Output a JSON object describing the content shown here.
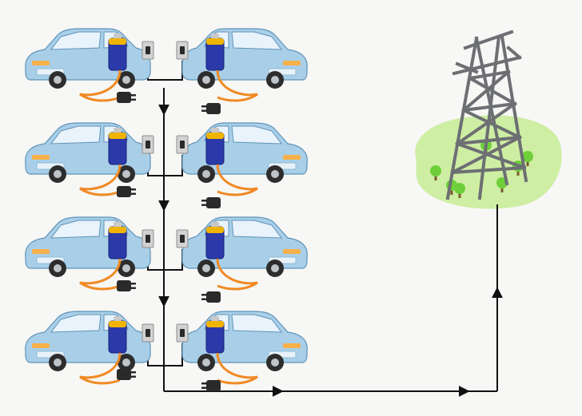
{
  "diagram": {
    "colors": {
      "background": "#f7f7f5",
      "car_body": "#a9cfe8",
      "car_shadow": "#7fb1d4",
      "battery": "#2b3aa8",
      "battery_cap": "#f0b400",
      "cable": "#f08a24",
      "plug": "#2a2a2a",
      "socket_plate": "#d2d2d2",
      "line": "#111111",
      "tower": "#6d6f73",
      "grass": "#c9ec9a",
      "tree": "#6fcf3a"
    },
    "icons": {
      "car": "electric-car-icon",
      "battery": "battery-icon",
      "plug": "plug-icon",
      "socket": "wall-socket-icon",
      "tower": "power-tower-icon",
      "tree": "tree-icon"
    },
    "rows": [
      {
        "row": 1,
        "cars": 2,
        "sockets": 2
      },
      {
        "row": 2,
        "cars": 2,
        "sockets": 2
      },
      {
        "row": 3,
        "cars": 2,
        "sockets": 2
      },
      {
        "row": 4,
        "cars": 2,
        "sockets": 2
      }
    ],
    "flow": {
      "from": "charging-stations",
      "to": "power-grid-tower"
    }
  }
}
